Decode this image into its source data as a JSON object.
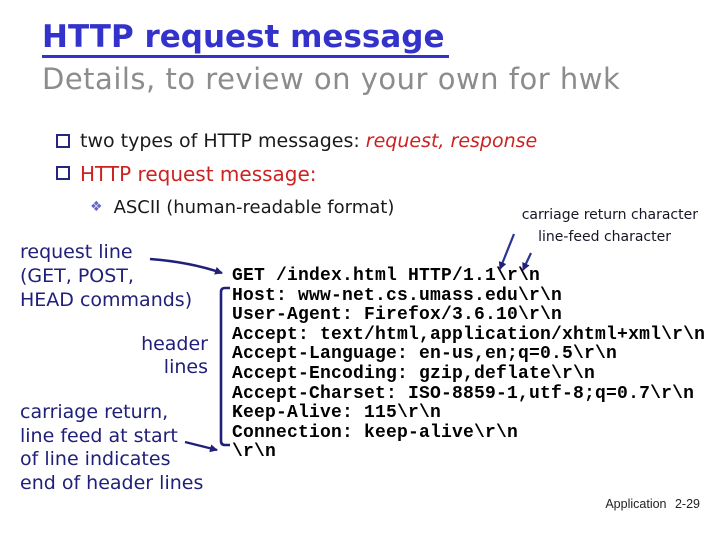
{
  "slide": {
    "title": "HTTP request message",
    "subtitle": "Details, to review on your own for hwk",
    "footer": "Application 2-29"
  },
  "bullets": {
    "b1_prefix": "two types of HTTP messages: ",
    "b1_highlight": "request, response",
    "b2": "HTTP request message:",
    "sub1": "ASCII (human-readable format)",
    "square_icon": "hollow-navy-square",
    "diamond_icon": "❖"
  },
  "annotations": {
    "cr_char": "carriage return character",
    "lf_char": "line-feed character",
    "request_line": [
      "request line",
      "(GET, POST,",
      "HEAD commands)"
    ],
    "header_lines": [
      "header",
      "lines"
    ],
    "end_note": [
      "carriage return,",
      "line feed at start",
      "of line indicates",
      "end of header lines"
    ]
  },
  "code": {
    "lines": [
      "GET /index.html HTTP/1.1\\r\\n",
      "Host: www-net.cs.umass.edu\\r\\n",
      "User-Agent: Firefox/3.6.10\\r\\n",
      "Accept: text/html,application/xhtml+xml\\r\\n",
      "Accept-Language: en-us,en;q=0.5\\r\\n",
      "Accept-Encoding: gzip,deflate\\r\\n",
      "Accept-Charset: ISO-8859-1,utf-8;q=0.7\\r\\n",
      "Keep-Alive: 115\\r\\n",
      "Connection: keep-alive\\r\\n",
      "\\r\\n"
    ]
  },
  "colors": {
    "title_blue": "#3333cc",
    "subtitle_gray": "#8c8c8c",
    "accent_red": "#cc2222",
    "label_navy": "#20207a",
    "bullet_navy": "#26267f",
    "diamond_violet": "#6666c8",
    "code_black": "#000000"
  }
}
